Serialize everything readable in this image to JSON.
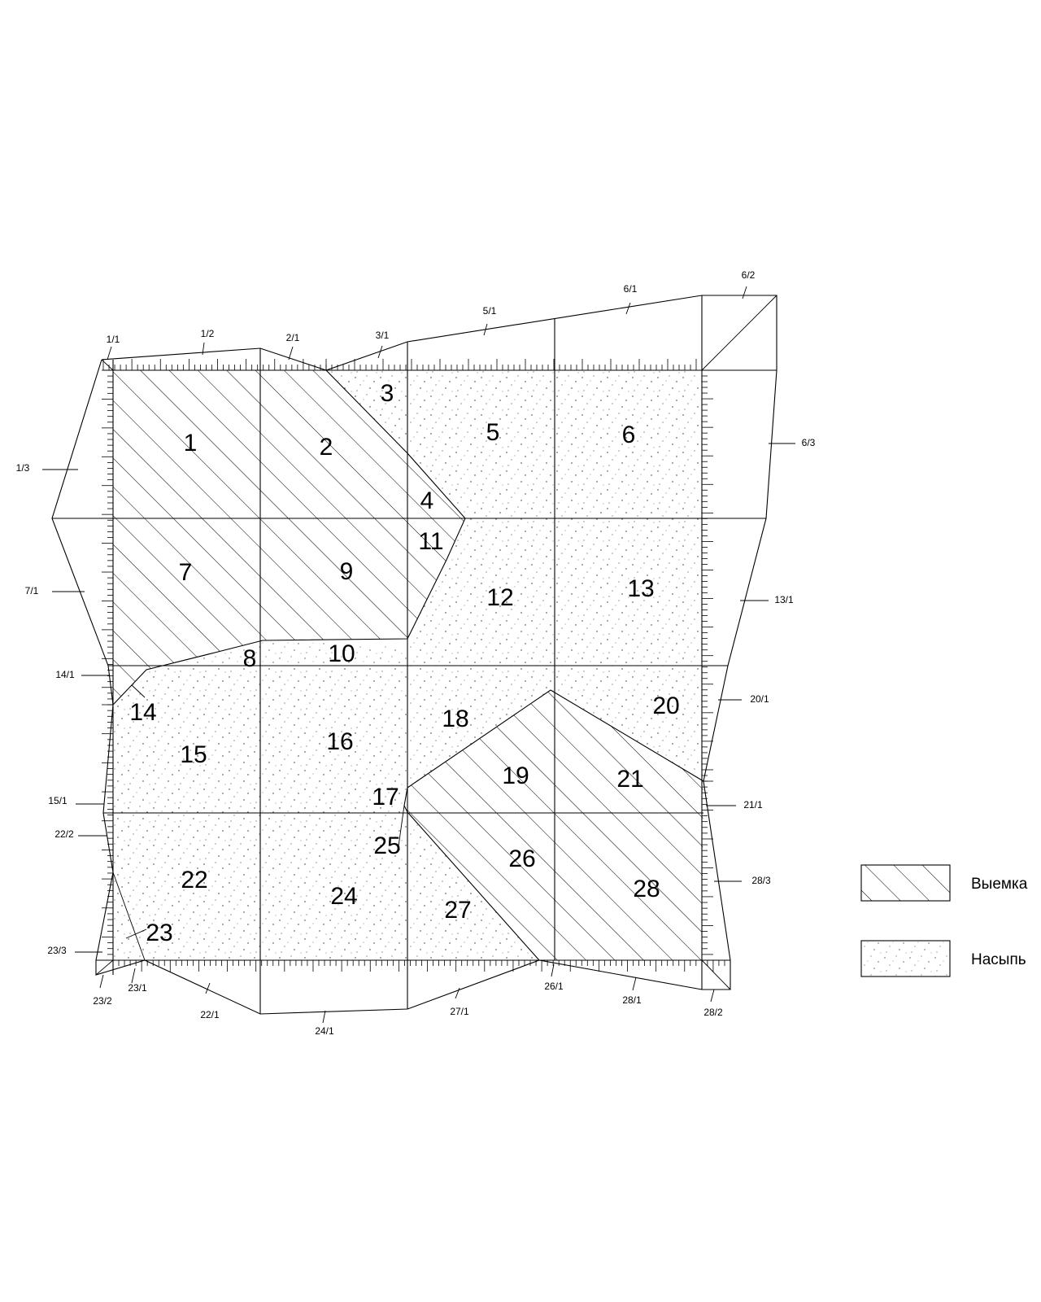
{
  "cells": {
    "c1": "1",
    "c2": "2",
    "c3": "3",
    "c4": "4",
    "c5": "5",
    "c6": "6",
    "c7": "7",
    "c8": "8",
    "c9": "9",
    "c10": "10",
    "c11": "11",
    "c12": "12",
    "c13": "13",
    "c14": "14",
    "c15": "15",
    "c16": "16",
    "c17": "17",
    "c18": "18",
    "c19": "19",
    "c20": "20",
    "c21": "21",
    "c22": "22",
    "c23": "23",
    "c24": "24",
    "c25": "25",
    "c26": "26",
    "c27": "27",
    "c28": "28"
  },
  "slopes": {
    "s1_1": "1/1",
    "s1_2": "1/2",
    "s1_3": "1/3",
    "s2_1": "2/1",
    "s3_1": "3/1",
    "s5_1": "5/1",
    "s6_1": "6/1",
    "s6_2": "6/2",
    "s6_3": "6/3",
    "s7_1": "7/1",
    "s13_1": "13/1",
    "s14_1": "14/1",
    "s15_1": "15/1",
    "s20_1": "20/1",
    "s21_1": "21/1",
    "s22_1": "22/1",
    "s22_2": "22/2",
    "s23_1": "23/1",
    "s23_2": "23/2",
    "s23_3": "23/3",
    "s24_1": "24/1",
    "s26_1": "26/1",
    "s27_1": "27/1",
    "s28_1": "28/1",
    "s28_2": "28/2",
    "s28_3": "28/3"
  },
  "legend": {
    "cut_label": "Выемка",
    "fill_label": "Насыпь"
  }
}
